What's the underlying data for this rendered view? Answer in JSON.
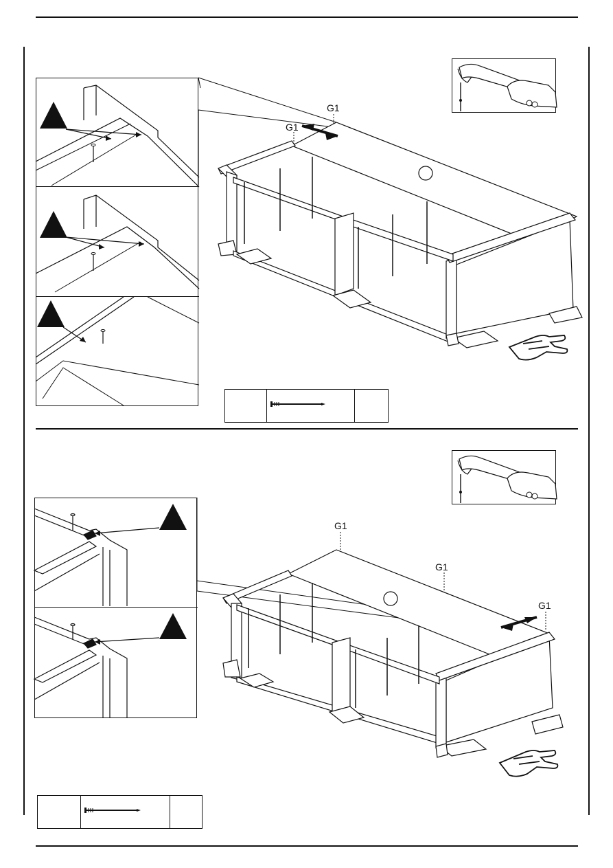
{
  "step1": {
    "label_g1_top": "G1",
    "label_g1_left": "G1",
    "parts_table": {
      "code": "",
      "qty": ""
    }
  },
  "step2": {
    "label_g1_a": "G1",
    "label_g1_b": "G1",
    "label_g1_c": "G1",
    "parts_table": {
      "code": "",
      "qty": ""
    }
  },
  "icons": [
    "hammer-icon",
    "pointing-hand-icon",
    "warning-triangle-icon",
    "nail-icon"
  ]
}
